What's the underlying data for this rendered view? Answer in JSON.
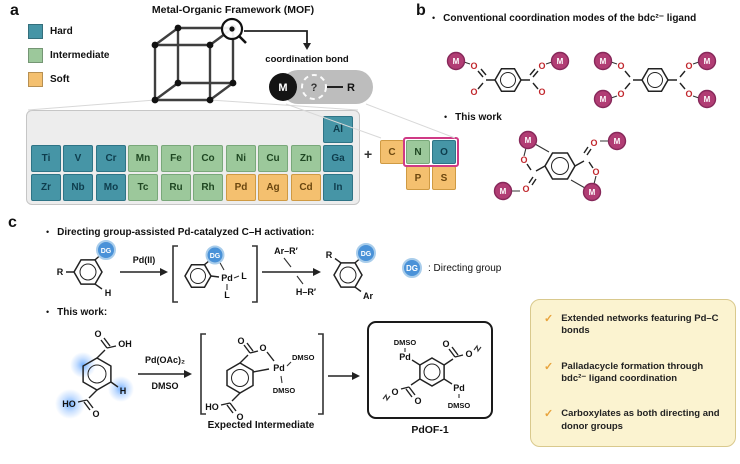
{
  "colors": {
    "hard": "#4695a6",
    "intermediate": "#9cc89b",
    "soft": "#f4c06f",
    "highlight": "#cf3a85",
    "metal": "#b13d74",
    "dg": "#4a92d8",
    "check": "#e8a33d",
    "oxygen": "#c1272d",
    "note_bg": "#fbf3d0"
  },
  "atoms": {
    "M": "M",
    "O": "O",
    "OH": "OH",
    "HO": "HO",
    "H": "H",
    "R": "R",
    "Ar": "Ar",
    "Pd": "Pd",
    "L": "L",
    "DG": "DG",
    "q": "?",
    "plus": "+",
    "bullet": "•",
    "check": "✓",
    "DMSO": "DMSO"
  },
  "panel_a": {
    "label": "a",
    "title": "Metal-Organic Framework (MOF)",
    "legend": [
      {
        "label": "Hard"
      },
      {
        "label": "Intermediate"
      },
      {
        "label": "Soft"
      }
    ],
    "coordination_bond": "coordination bond",
    "elements": {
      "row1": [
        "Al"
      ],
      "row2": [
        "Ti",
        "V",
        "Cr",
        "Mn",
        "Fe",
        "Co",
        "Ni",
        "Cu",
        "Zn",
        "Ga"
      ],
      "row3": [
        "Zr",
        "Nb",
        "Mo",
        "Tc",
        "Ru",
        "Rh",
        "Pd",
        "Ag",
        "Cd",
        "In"
      ],
      "donors_row1": [
        "C",
        "N",
        "O"
      ],
      "donors_row2": [
        "P",
        "S"
      ]
    }
  },
  "panel_b": {
    "label": "b",
    "heading1": "Conventional coordination modes of the bdc²⁻ ligand",
    "heading2": "This work"
  },
  "panel_c": {
    "label": "c",
    "heading1": "Directing group-assisted Pd-catalyzed C–H activation:",
    "heading2": "This work:",
    "pd_ii": "Pd(II)",
    "ar_r": "Ar–R′",
    "h_r": "H–R′",
    "dg_legend": ": Directing group",
    "pd_oac2": "Pd(OAc)₂",
    "dmso": "DMSO",
    "expected_intermediate": "Expected Intermediate",
    "pdof1": "PdOF-1",
    "notes": [
      "Extended networks featuring Pd–C bonds",
      "Palladacycle formation through bdc²⁻ ligand coordination",
      "Carboxylates as both directing and donor groups"
    ]
  }
}
